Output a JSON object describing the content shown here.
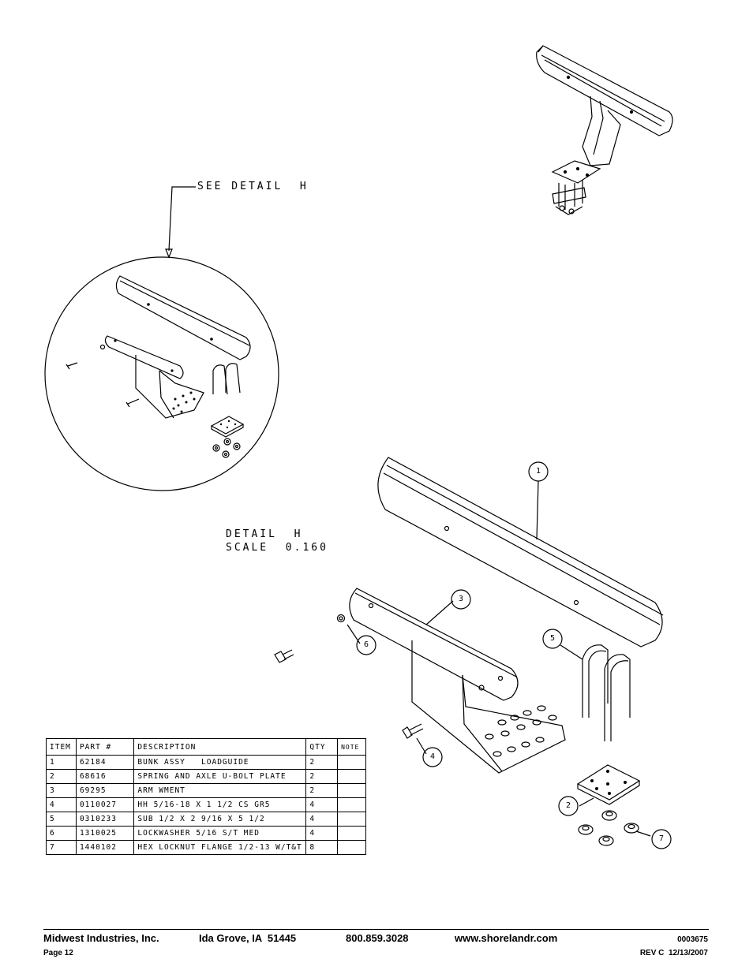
{
  "detail_callout": "SEE DETAIL  H",
  "detail_caption": {
    "line1": "DETAIL  H",
    "line2": "SCALE  0.160"
  },
  "balloons": [
    "1",
    "2",
    "3",
    "4",
    "5",
    "6",
    "7"
  ],
  "parts_table": {
    "headers": [
      "ITEM",
      "PART #",
      "DESCRIPTION",
      "QTY",
      "NOTE"
    ],
    "rows": [
      [
        "1",
        "62184",
        "BUNK ASSY   LOADGUIDE",
        "2",
        ""
      ],
      [
        "2",
        "68616",
        "SPRING AND AXLE U-BOLT PLATE",
        "2",
        ""
      ],
      [
        "3",
        "69295",
        "ARM WMENT",
        "2",
        ""
      ],
      [
        "4",
        "0110027",
        "HH 5/16-18 X 1 1/2 CS GR5",
        "4",
        ""
      ],
      [
        "5",
        "0310233",
        "SUB 1/2 X 2 9/16 X 5 1/2",
        "4",
        ""
      ],
      [
        "6",
        "1310025",
        "LOCKWASHER 5/16 S/T MED",
        "4",
        ""
      ],
      [
        "7",
        "1440102",
        "HEX LOCKNUT FLANGE 1/2-13 W/T&T",
        "8",
        ""
      ]
    ]
  },
  "footer": {
    "company": "Midwest Industries, Inc.",
    "location": "Ida Grove, IA  51445",
    "phone": "800.859.3028",
    "website": "www.shorelandr.com",
    "doc_number": "0003675",
    "page": "Page 12",
    "revision": "REV C  12/13/2007"
  }
}
